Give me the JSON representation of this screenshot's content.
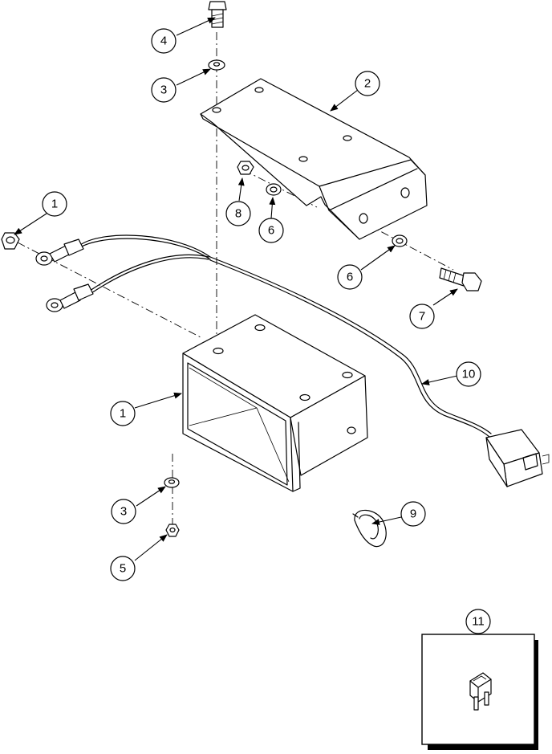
{
  "callouts": [
    {
      "id": "c4",
      "label": "4"
    },
    {
      "id": "c3a",
      "label": "3"
    },
    {
      "id": "c2",
      "label": "2"
    },
    {
      "id": "c1a",
      "label": "1"
    },
    {
      "id": "c8",
      "label": "8"
    },
    {
      "id": "c6a",
      "label": "6"
    },
    {
      "id": "c6b",
      "label": "6"
    },
    {
      "id": "c7",
      "label": "7"
    },
    {
      "id": "c10",
      "label": "10"
    },
    {
      "id": "c1b",
      "label": "1"
    },
    {
      "id": "c3b",
      "label": "3"
    },
    {
      "id": "c9",
      "label": "9"
    },
    {
      "id": "c5",
      "label": "5"
    },
    {
      "id": "c11",
      "label": "11"
    }
  ]
}
